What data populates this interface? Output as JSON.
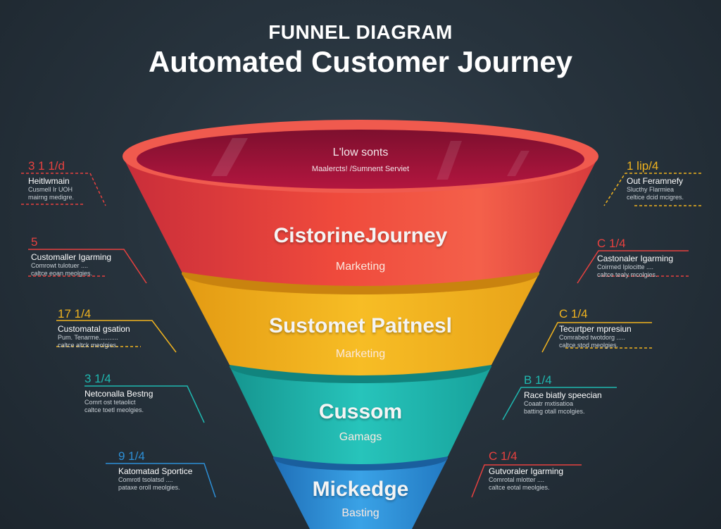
{
  "header": {
    "kicker": "FUNNEL DIAGRAM",
    "title": "Automated Customer Journey"
  },
  "rim": {
    "title": "L'low sonts",
    "subtitle": "Maalercts! /Sumnent Serviet"
  },
  "stages": [
    {
      "title": "CistorineJourney",
      "subtitle": "Marketing",
      "color": "#e8413f"
    },
    {
      "title": "Sustomet Paitnesl",
      "subtitle": "Marketing",
      "color": "#f0b31f"
    },
    {
      "title": "Cussom",
      "subtitle": "Gamags",
      "color": "#1fb8b0"
    },
    {
      "title": "Mickedge",
      "subtitle": "Basting",
      "color": "#2d8fd6"
    }
  ],
  "callouts_left": [
    {
      "number": "3 1 1/d",
      "heading": "Heitlwmain",
      "line1": "Cusmell Ir UOH",
      "line2": "mairng medigre.",
      "color": "#e8413f"
    },
    {
      "number": "5",
      "heading": "Customaller Igarming",
      "line1": "Comrowt tulotuer ....",
      "line2": "caltce eoan meolgies.",
      "color": "#e8413f"
    },
    {
      "number": "17 1/4",
      "heading": "Customatal gsation",
      "line1": "Pum. Tenarme...........",
      "line2": "caltce altck meolgies.",
      "color": "#f0b31f"
    },
    {
      "number": "3 1/4",
      "heading": "Netconalla Bestng",
      "line1": "Comrt ost tetaolict",
      "line2": "caltce toetl meolgies.",
      "color": "#1fb8b0"
    },
    {
      "number": "9 1/4",
      "heading": "Katomatad Sportice",
      "line1": "Comrotl tsolatsd ....",
      "line2": "pataxe oroll meolgies.",
      "color": "#2d8fd6"
    }
  ],
  "callouts_right": [
    {
      "number": "1 lip/4",
      "heading": "Out Feramnefy",
      "line1": "Slucthy Flarmiea",
      "line2": "celtice dcid mcigres.",
      "color": "#f0b31f"
    },
    {
      "number": "C 1/4",
      "heading": "Castonaler Igarming",
      "line1": "Coirmed Iplocitte ....",
      "line2": "caltce tealy mcolgies.",
      "color": "#e8413f"
    },
    {
      "number": "C 1/4",
      "heading": "Tecurtper mpresiun",
      "line1": "Comrabed twotdorg .....",
      "line2": "caltce stod meolgies.",
      "color": "#f0b31f"
    },
    {
      "number": "B 1/4",
      "heading": "Race biatly speecian",
      "line1": "Coaatr mxtisatioa",
      "line2": "batting otall mcolgies.",
      "color": "#1fb8b0"
    },
    {
      "number": "C 1/4",
      "heading": "Gutvoraler Igarming",
      "line1": "Comrotal mlotter ....",
      "line2": "caltce eotal meolgies.",
      "color": "#e8413f"
    }
  ]
}
